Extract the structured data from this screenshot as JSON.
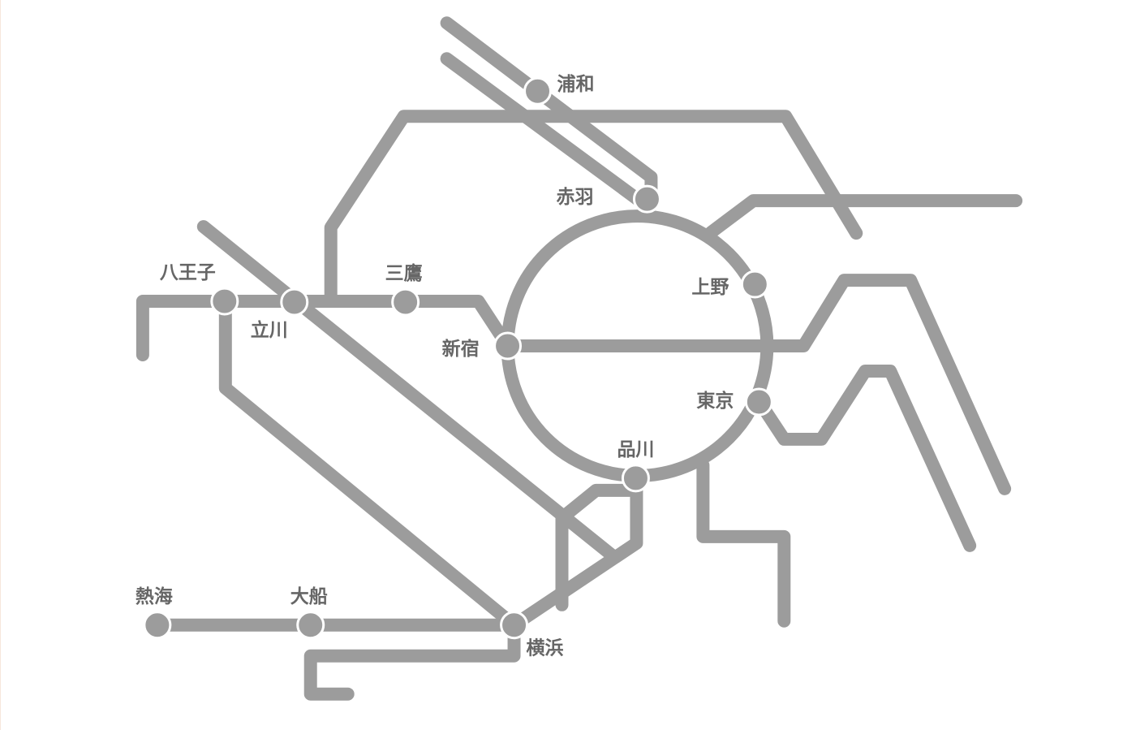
{
  "colors": {
    "line": "#9c9c9c",
    "station": "#9c9c9c",
    "label": "#666666",
    "background": "#ffffff"
  },
  "stations": {
    "urawa": "浦和",
    "akabane": "赤羽",
    "ueno": "上野",
    "tokyo": "東京",
    "shinagawa": "品川",
    "shinjuku": "新宿",
    "mitaka": "三鷹",
    "tachikawa": "立川",
    "hachioji": "八王子",
    "yokohama": "横浜",
    "ofuna": "大船",
    "atami": "熱海"
  }
}
